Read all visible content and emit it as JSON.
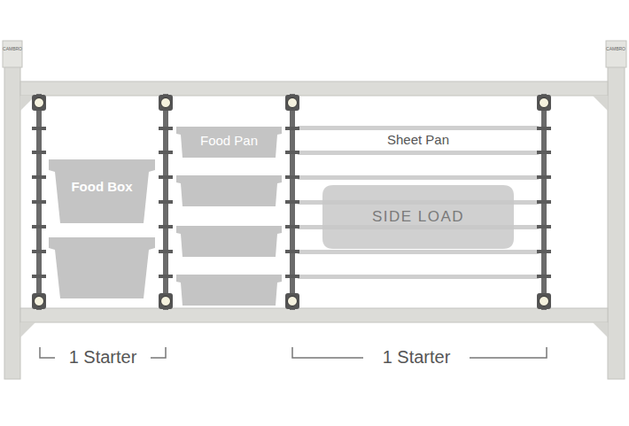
{
  "diagram": {
    "nodes": [
      {
        "text": [
          "Food Box"
        ]
      },
      {
        "text": [
          "Food Pan"
        ]
      },
      {
        "text": [
          "SIDE LOAD"
        ]
      }
    ],
    "labels": [
      "CAMBRO",
      "CAMBRO",
      "Sheet Pan",
      "1 Starter",
      "1 Starter"
    ]
  }
}
